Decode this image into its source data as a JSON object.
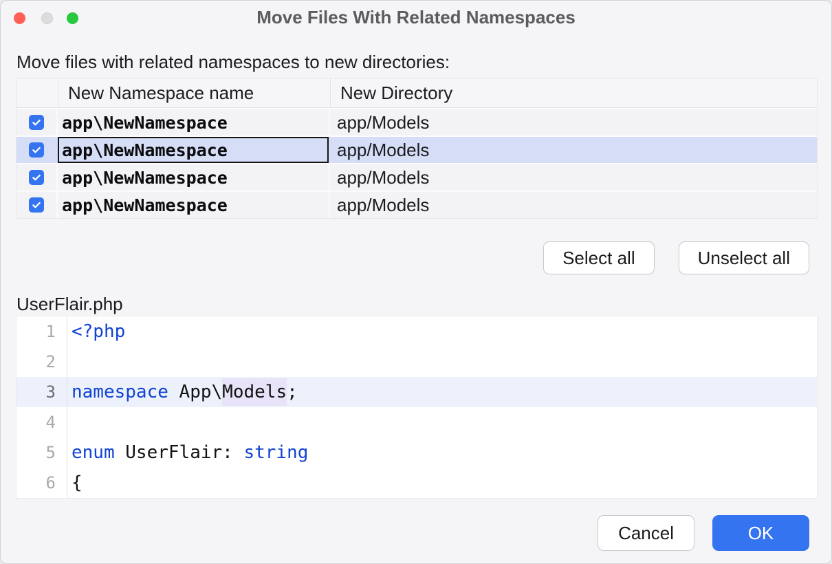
{
  "window": {
    "title": "Move Files With Related Namespaces"
  },
  "colors": {
    "accent_blue": "#3574f0",
    "selected_row": "#d5ddf7",
    "keyword_blue": "#1143d3",
    "token_highlight": "#e8e3f8",
    "current_line": "#edf1fb"
  },
  "main": {
    "instruction": "Move files with related namespaces to new directories:",
    "table": {
      "headers": {
        "namespace": "New Namespace name",
        "directory": "New Directory"
      },
      "rows": [
        {
          "checked": true,
          "namespace": "app\\NewNamespace",
          "directory": "app/Models",
          "selected": false
        },
        {
          "checked": true,
          "namespace": "app\\NewNamespace",
          "directory": "app/Models",
          "selected": true
        },
        {
          "checked": true,
          "namespace": "app\\NewNamespace",
          "directory": "app/Models",
          "selected": false
        },
        {
          "checked": true,
          "namespace": "app\\NewNamespace",
          "directory": "app/Models",
          "selected": false
        }
      ]
    },
    "select_all_label": "Select all",
    "unselect_all_label": "Unselect all"
  },
  "preview": {
    "filename": "UserFlair.php",
    "lines": [
      {
        "num": "1",
        "t1": "<?php"
      },
      {
        "num": "2"
      },
      {
        "num": "3",
        "t1": "namespace",
        "t2": " App\\",
        "t3": "Models",
        "t4": ";"
      },
      {
        "num": "4"
      },
      {
        "num": "5",
        "t1": "enum",
        "t2": " UserFlair: ",
        "t3": "string"
      },
      {
        "num": "6",
        "t1": "{"
      }
    ]
  },
  "footer": {
    "cancel_label": "Cancel",
    "ok_label": "OK"
  }
}
